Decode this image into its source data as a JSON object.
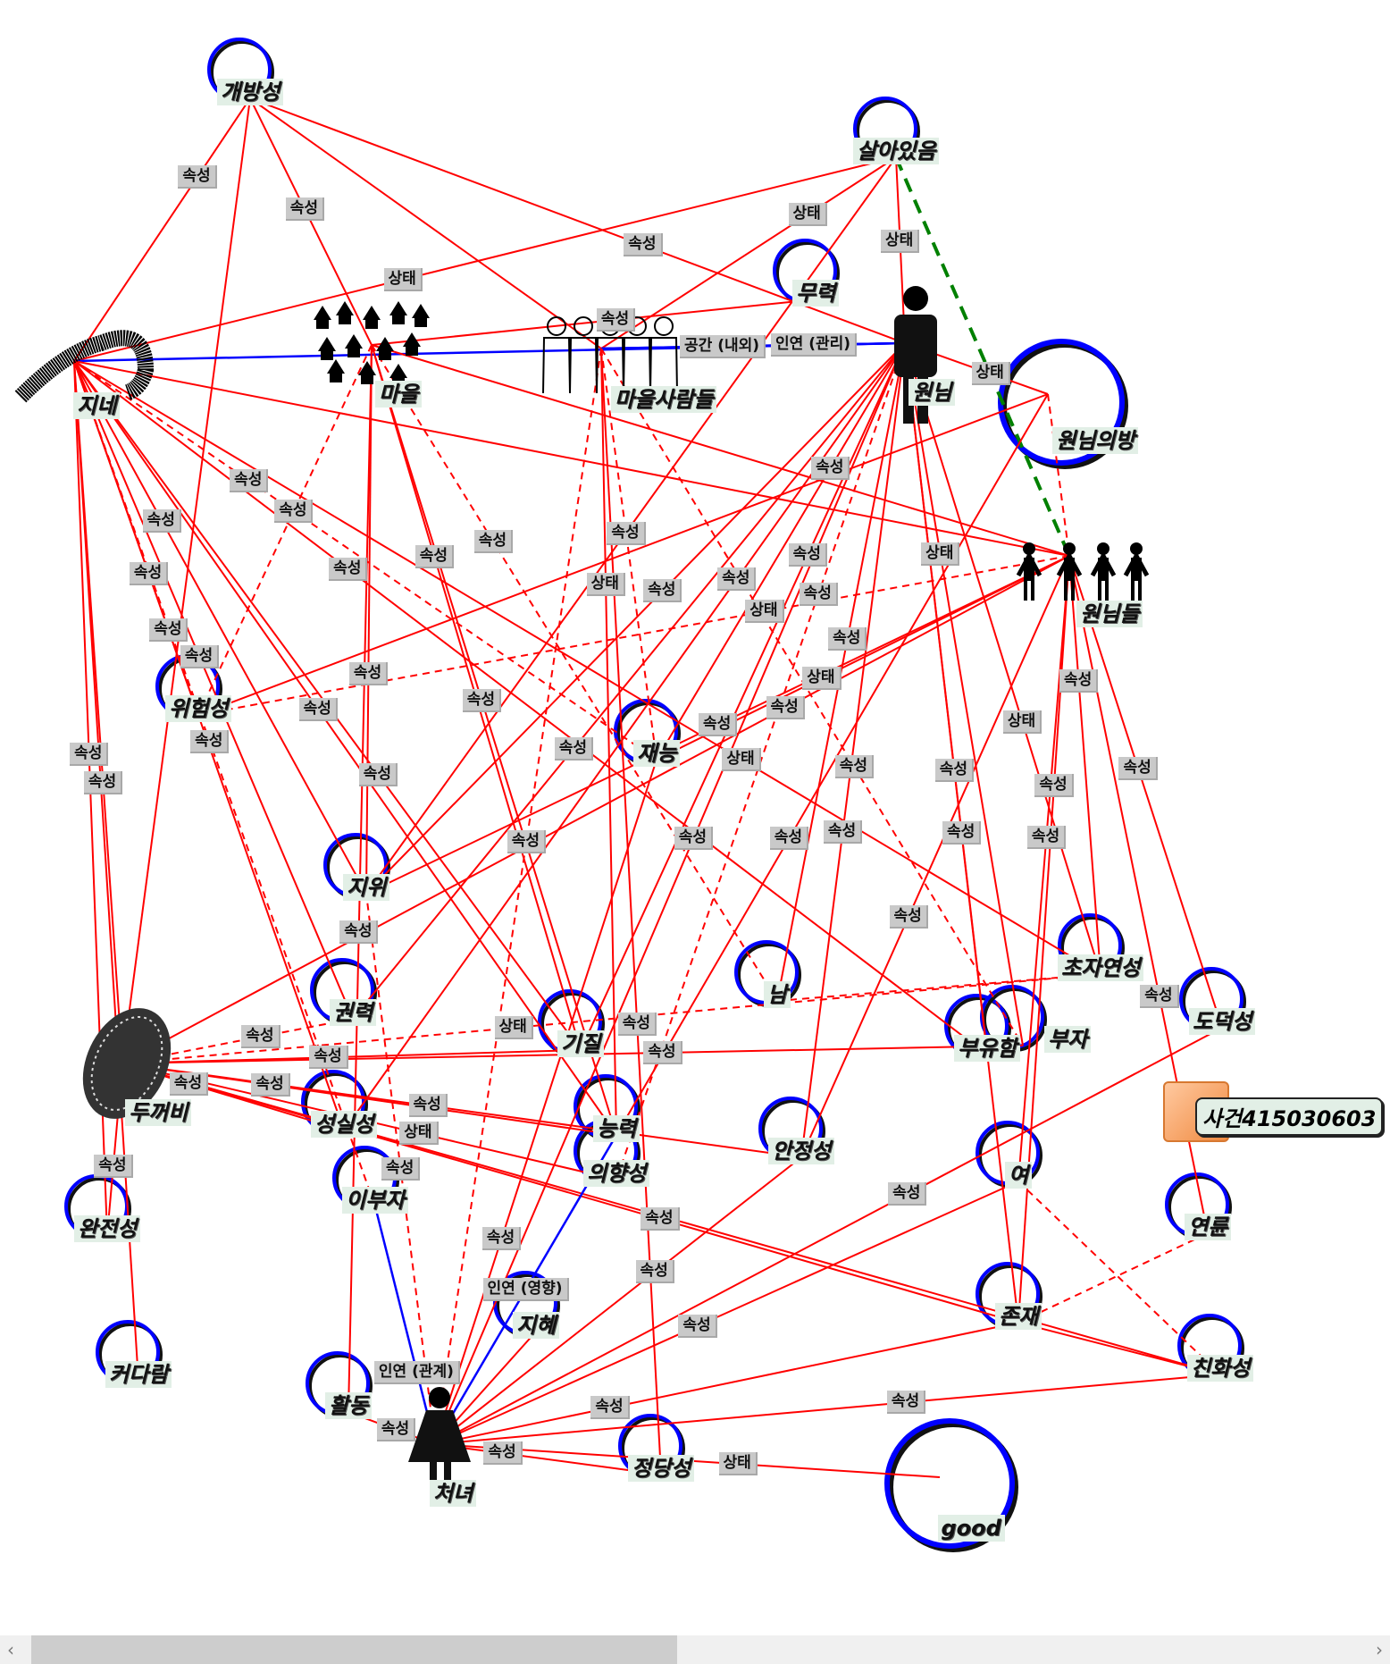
{
  "nodes": [
    {
      "id": "openness",
      "label": "개방성",
      "kind": "circle"
    },
    {
      "id": "alive",
      "label": "살아있음",
      "kind": "circle"
    },
    {
      "id": "force",
      "label": "무력",
      "kind": "circle"
    },
    {
      "id": "magistrate",
      "label": "원님",
      "kind": "person"
    },
    {
      "id": "magistrate_room",
      "label": "원님의방",
      "kind": "big-circle"
    },
    {
      "id": "centipede",
      "label": "지네",
      "kind": "centipede"
    },
    {
      "id": "village",
      "label": "마을",
      "kind": "village"
    },
    {
      "id": "villagers",
      "label": "마을사람들",
      "kind": "people-outline"
    },
    {
      "id": "magistrates",
      "label": "원님들",
      "kind": "people-group"
    },
    {
      "id": "danger",
      "label": "위험성",
      "kind": "circle"
    },
    {
      "id": "talent",
      "label": "재능",
      "kind": "circle"
    },
    {
      "id": "status",
      "label": "지위",
      "kind": "circle"
    },
    {
      "id": "power",
      "label": "권력",
      "kind": "circle"
    },
    {
      "id": "temper",
      "label": "기질",
      "kind": "circle"
    },
    {
      "id": "male",
      "label": "남",
      "kind": "circle"
    },
    {
      "id": "supernatural",
      "label": "초자연성",
      "kind": "circle"
    },
    {
      "id": "morality",
      "label": "도덕성",
      "kind": "circle"
    },
    {
      "id": "wealth",
      "label": "부유함",
      "kind": "circle"
    },
    {
      "id": "rich",
      "label": "부자",
      "kind": "circle"
    },
    {
      "id": "toad",
      "label": "두꺼비",
      "kind": "toad"
    },
    {
      "id": "sincerity",
      "label": "성실성",
      "kind": "circle"
    },
    {
      "id": "ability",
      "label": "능력",
      "kind": "circle"
    },
    {
      "id": "intention",
      "label": "의향성",
      "kind": "circle"
    },
    {
      "id": "stability",
      "label": "안정성",
      "kind": "circle"
    },
    {
      "id": "female",
      "label": "여",
      "kind": "circle"
    },
    {
      "id": "age",
      "label": "연륜",
      "kind": "circle"
    },
    {
      "id": "stepfather",
      "label": "이부자",
      "kind": "circle"
    },
    {
      "id": "completeness",
      "label": "완전성",
      "kind": "circle"
    },
    {
      "id": "big",
      "label": "커다람",
      "kind": "circle"
    },
    {
      "id": "activity",
      "label": "활동",
      "kind": "circle"
    },
    {
      "id": "wisdom",
      "label": "지혜",
      "kind": "circle"
    },
    {
      "id": "existence",
      "label": "존재",
      "kind": "circle"
    },
    {
      "id": "affinity",
      "label": "친화성",
      "kind": "circle"
    },
    {
      "id": "maiden",
      "label": "처녀",
      "kind": "woman"
    },
    {
      "id": "legitimacy",
      "label": "정당성",
      "kind": "circle"
    },
    {
      "id": "good",
      "label": "good",
      "kind": "big-circle"
    }
  ],
  "event": {
    "label": "사건415030603"
  },
  "edges": [
    {
      "from": "openness",
      "to": "centipede",
      "label": "속성",
      "style": "solid"
    },
    {
      "from": "openness",
      "to": "village",
      "label": "속성",
      "style": "solid"
    },
    {
      "from": "openness",
      "to": "magistrate",
      "label": "속성",
      "style": "solid"
    },
    {
      "from": "openness",
      "to": "villagers",
      "label": "",
      "style": "solid"
    },
    {
      "from": "openness",
      "to": "toad",
      "label": "",
      "style": "solid"
    },
    {
      "from": "alive",
      "to": "centipede",
      "label": "상태",
      "style": "solid"
    },
    {
      "from": "alive",
      "to": "villagers",
      "label": "상태",
      "style": "solid"
    },
    {
      "from": "alive",
      "to": "magistrate",
      "label": "상태",
      "style": "solid"
    },
    {
      "from": "alive",
      "to": "magistrates",
      "label": "",
      "style": "green-dashed"
    },
    {
      "from": "alive",
      "to": "status",
      "label": "",
      "style": "solid"
    },
    {
      "from": "force",
      "to": "village",
      "label": "속성",
      "style": "solid"
    },
    {
      "from": "magistrate",
      "to": "centipede",
      "label": "",
      "style": "blue"
    },
    {
      "from": "magistrate",
      "to": "villagers",
      "label": "인연 (관리)",
      "style": "blue"
    },
    {
      "from": "magistrate",
      "to": "villagers",
      "label": "공간 (내외)",
      "style": "blue"
    },
    {
      "from": "magistrate",
      "to": "magistrate_room",
      "label": "상태",
      "style": "solid"
    },
    {
      "from": "magistrate",
      "to": "talent",
      "label": "속성",
      "style": "solid"
    },
    {
      "from": "magistrate",
      "to": "status",
      "label": "속성",
      "style": "solid"
    },
    {
      "from": "magistrate",
      "to": "power",
      "label": "속성",
      "style": "solid"
    },
    {
      "from": "magistrate",
      "to": "temper",
      "label": "속성",
      "style": "solid"
    },
    {
      "from": "magistrate",
      "to": "male",
      "label": "속성",
      "style": "solid"
    },
    {
      "from": "magistrate",
      "to": "wealth",
      "label": "속성",
      "style": "solid"
    },
    {
      "from": "magistrate",
      "to": "rich",
      "label": "상태",
      "style": "solid"
    },
    {
      "from": "magistrate",
      "to": "existence",
      "label": "속성",
      "style": "solid"
    },
    {
      "from": "magistrate",
      "to": "stability",
      "label": "속성",
      "style": "solid"
    },
    {
      "from": "magistrate",
      "to": "sincerity",
      "label": "속성",
      "style": "solid"
    },
    {
      "from": "magistrate",
      "to": "maiden",
      "label": "속성",
      "style": "solid"
    },
    {
      "from": "magistrate",
      "to": "supernatural",
      "label": "상태",
      "style": "solid"
    },
    {
      "from": "magistrate",
      "to": "intention",
      "label": "속성",
      "style": "dashed"
    },
    {
      "from": "magistrate_room",
      "to": "magistrates",
      "label": "",
      "style": "dashed"
    },
    {
      "from": "magistrate_room",
      "to": "ability",
      "label": "속성",
      "style": "solid"
    },
    {
      "from": "magistrate_room",
      "to": "danger",
      "label": "",
      "style": "solid"
    },
    {
      "from": "centipede",
      "to": "magistrates",
      "label": "",
      "style": "solid"
    },
    {
      "from": "centipede",
      "to": "danger",
      "label": "속성",
      "style": "solid"
    },
    {
      "from": "centipede",
      "to": "status",
      "label": "속성",
      "style": "solid"
    },
    {
      "from": "centipede",
      "to": "power",
      "label": "속성",
      "style": "solid"
    },
    {
      "from": "centipede",
      "to": "temper",
      "label": "속성",
      "style": "solid"
    },
    {
      "from": "centipede",
      "to": "talent",
      "label": "속성",
      "style": "dashed"
    },
    {
      "from": "centipede",
      "to": "completeness",
      "label": "속성",
      "style": "solid"
    },
    {
      "from": "centipede",
      "to": "toad",
      "label": "속성",
      "style": "solid"
    },
    {
      "from": "centipede",
      "to": "sincerity",
      "label": "속성",
      "style": "solid"
    },
    {
      "from": "centipede",
      "to": "stepfather",
      "label": "속성",
      "style": "dashed"
    },
    {
      "from": "centipede",
      "to": "big",
      "label": "",
      "style": "solid"
    },
    {
      "from": "centipede",
      "to": "wealth",
      "label": "속성",
      "style": "solid"
    },
    {
      "from": "centipede",
      "to": "ability",
      "label": "속성",
      "style": "solid"
    },
    {
      "from": "centipede",
      "to": "supernatural",
      "label": "상태",
      "style": "solid"
    },
    {
      "from": "village",
      "to": "magistrates",
      "label": "",
      "style": "solid"
    },
    {
      "from": "village",
      "to": "danger",
      "label": "속성",
      "style": "dashed"
    },
    {
      "from": "village",
      "to": "status",
      "label": "속성",
      "style": "solid"
    },
    {
      "from": "village",
      "to": "temper",
      "label": "속성",
      "style": "solid"
    },
    {
      "from": "village",
      "to": "ability",
      "label": "속성",
      "style": "solid"
    },
    {
      "from": "village",
      "to": "activity",
      "label": "속성",
      "style": "solid"
    },
    {
      "from": "village",
      "to": "male",
      "label": "속성",
      "style": "dashed"
    },
    {
      "from": "villagers",
      "to": "talent",
      "label": "속성",
      "style": "dashed"
    },
    {
      "from": "villagers",
      "to": "rich",
      "label": "속성",
      "style": "dashed"
    },
    {
      "from": "villagers",
      "to": "ability",
      "label": "상태",
      "style": "solid"
    },
    {
      "from": "villagers",
      "to": "maiden",
      "label": "속성",
      "style": "dashed"
    },
    {
      "from": "villagers",
      "to": "legitimacy",
      "label": "속성",
      "style": "solid"
    },
    {
      "from": "magistrates",
      "to": "supernatural",
      "label": "속성",
      "style": "solid"
    },
    {
      "from": "magistrates",
      "to": "morality",
      "label": "속성",
      "style": "solid"
    },
    {
      "from": "magistrates",
      "to": "age",
      "label": "속성",
      "style": "solid"
    },
    {
      "from": "magistrates",
      "to": "existence",
      "label": "속성",
      "style": "solid"
    },
    {
      "from": "magistrates",
      "to": "female",
      "label": "속성",
      "style": "solid"
    },
    {
      "from": "magistrates",
      "to": "talent",
      "label": "상태",
      "style": "solid"
    },
    {
      "from": "magistrates",
      "to": "toad",
      "label": "속성",
      "style": "solid"
    },
    {
      "from": "magistrates",
      "to": "status",
      "label": "속성",
      "style": "solid"
    },
    {
      "from": "magistrates",
      "to": "stability",
      "label": "속성",
      "style": "solid"
    },
    {
      "from": "magistrates",
      "to": "danger",
      "label": "상태",
      "style": "dashed"
    },
    {
      "from": "toad",
      "to": "temper",
      "label": "속성",
      "style": "solid"
    },
    {
      "from": "toad",
      "to": "rich",
      "label": "속성",
      "style": "solid"
    },
    {
      "from": "toad",
      "to": "ability",
      "label": "속성",
      "style": "solid"
    },
    {
      "from": "toad",
      "to": "intention",
      "label": "상태",
      "style": "solid"
    },
    {
      "from": "toad",
      "to": "completeness",
      "label": "속성",
      "style": "solid"
    },
    {
      "from": "toad",
      "to": "sincerity",
      "label": "속성",
      "style": "solid"
    },
    {
      "from": "toad",
      "to": "stability",
      "label": "속성",
      "style": "solid"
    },
    {
      "from": "toad",
      "to": "existence",
      "label": "속성",
      "style": "solid"
    },
    {
      "from": "toad",
      "to": "affinity",
      "label": "",
      "style": "solid"
    },
    {
      "from": "toad",
      "to": "supernatural",
      "label": "상태",
      "style": "dashed"
    },
    {
      "from": "toad",
      "to": "power",
      "label": "속성",
      "style": "dashed"
    },
    {
      "from": "maiden",
      "to": "stepfather",
      "label": "인연 (관계)",
      "style": "blue"
    },
    {
      "from": "maiden",
      "to": "ability",
      "label": "인연 (영향)",
      "style": "blue"
    },
    {
      "from": "maiden",
      "to": "wisdom",
      "label": "",
      "style": "solid"
    },
    {
      "from": "maiden",
      "to": "legitimacy",
      "label": "속성",
      "style": "solid"
    },
    {
      "from": "maiden",
      "to": "activity",
      "label": "속성",
      "style": "solid"
    },
    {
      "from": "maiden",
      "to": "affinity",
      "label": "속성",
      "style": "solid"
    },
    {
      "from": "maiden",
      "to": "existence",
      "label": "속성",
      "style": "solid"
    },
    {
      "from": "maiden",
      "to": "female",
      "label": "속성",
      "style": "solid"
    },
    {
      "from": "maiden",
      "to": "stability",
      "label": "속성",
      "style": "solid"
    },
    {
      "from": "maiden",
      "to": "talent",
      "label": "속성",
      "style": "solid"
    },
    {
      "from": "maiden",
      "to": "status",
      "label": "속성",
      "style": "dashed"
    },
    {
      "from": "maiden",
      "to": "morality",
      "label": "속성",
      "style": "solid"
    },
    {
      "from": "existence",
      "to": "age",
      "label": "",
      "style": "dashed"
    },
    {
      "from": "existence",
      "to": "affinity",
      "label": "",
      "style": "solid"
    },
    {
      "from": "male",
      "to": "supernatural",
      "label": "",
      "style": "dashed"
    },
    {
      "from": "female",
      "to": "affinity",
      "label": "",
      "style": "dashed"
    },
    {
      "from": "good",
      "to": "maiden",
      "label": "상태",
      "style": "solid"
    }
  ],
  "colors": {
    "edge": "#ff0000",
    "relation": "#0000ff",
    "alive_link": "#008000",
    "node_ring": "#0000ff",
    "label_bg": "#e2efe6",
    "edge_label_bg": "#c9c9c9"
  },
  "scrollbar": {
    "left_arrow": "‹",
    "right_arrow": "›"
  }
}
